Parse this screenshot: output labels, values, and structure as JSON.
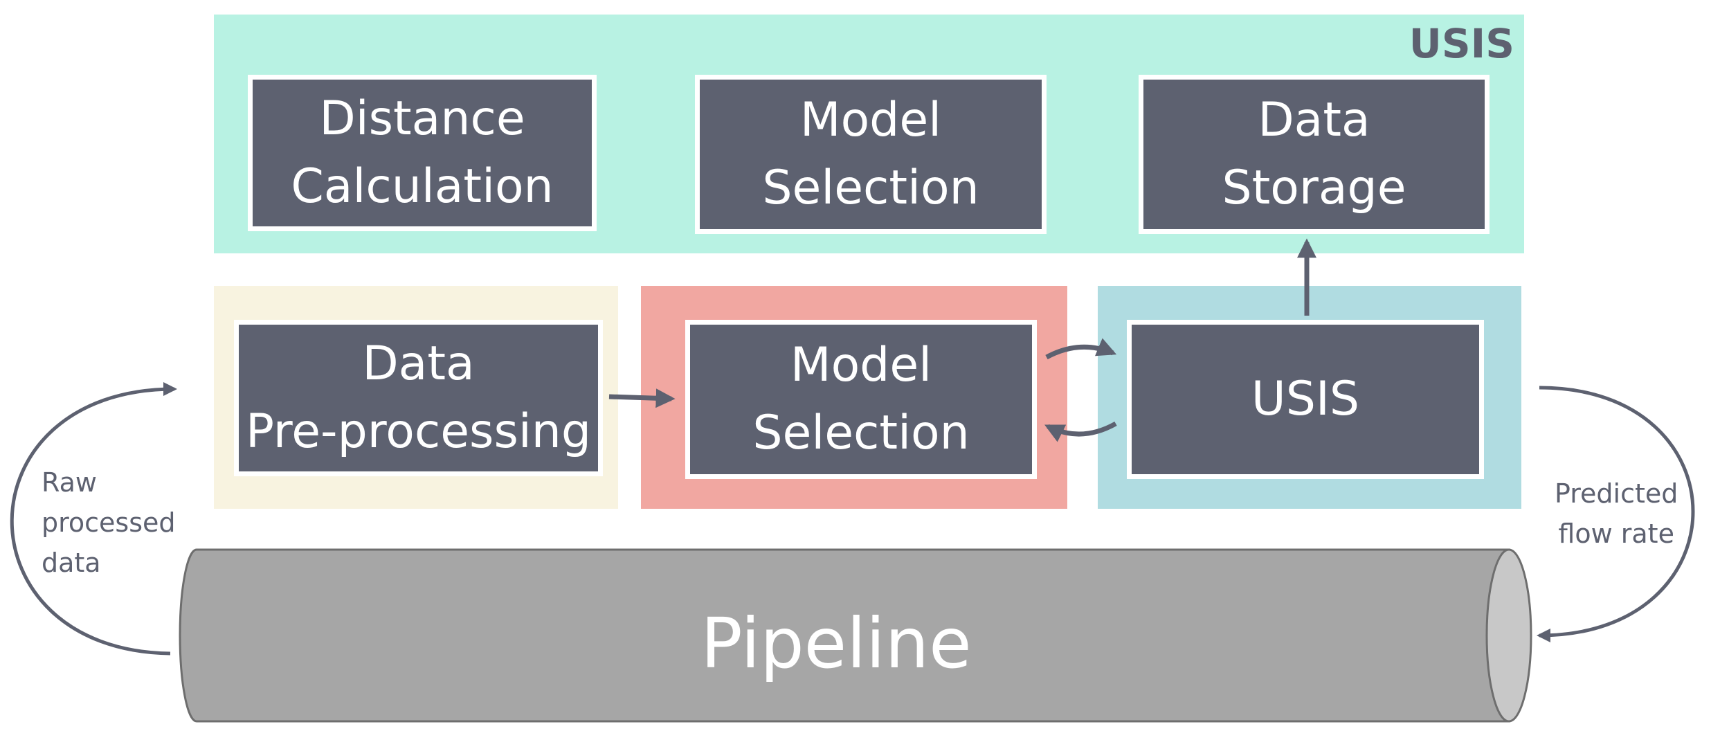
{
  "top_panel": {
    "label": "USIS",
    "boxes": [
      {
        "line1": "Distance",
        "line2": "Calculation"
      },
      {
        "line1": "Model",
        "line2": "Selection"
      },
      {
        "line1": "Data",
        "line2": "Storage"
      }
    ]
  },
  "middle_row": [
    {
      "line1": "Data",
      "line2": "Pre-processing"
    },
    {
      "line1": "Model",
      "line2": "Selection"
    },
    {
      "line1": "USIS",
      "line2": ""
    }
  ],
  "left_loop": {
    "line1": "Raw",
    "line2": "processed",
    "line3": "data"
  },
  "right_loop": {
    "line1": "Predicted",
    "line2": "flow rate"
  },
  "pipeline": {
    "label": "Pipeline"
  },
  "colors": {
    "top_panel": "#b8f2e3",
    "preprocessing_panel": "#f8f3e0",
    "model_panel": "#f1a7a1",
    "usis_panel": "#b0dce1",
    "box": "#5d6170",
    "pipe": "#a6a6a6",
    "pipe_end": "#c8c8c8",
    "arrow": "#5d6170"
  }
}
